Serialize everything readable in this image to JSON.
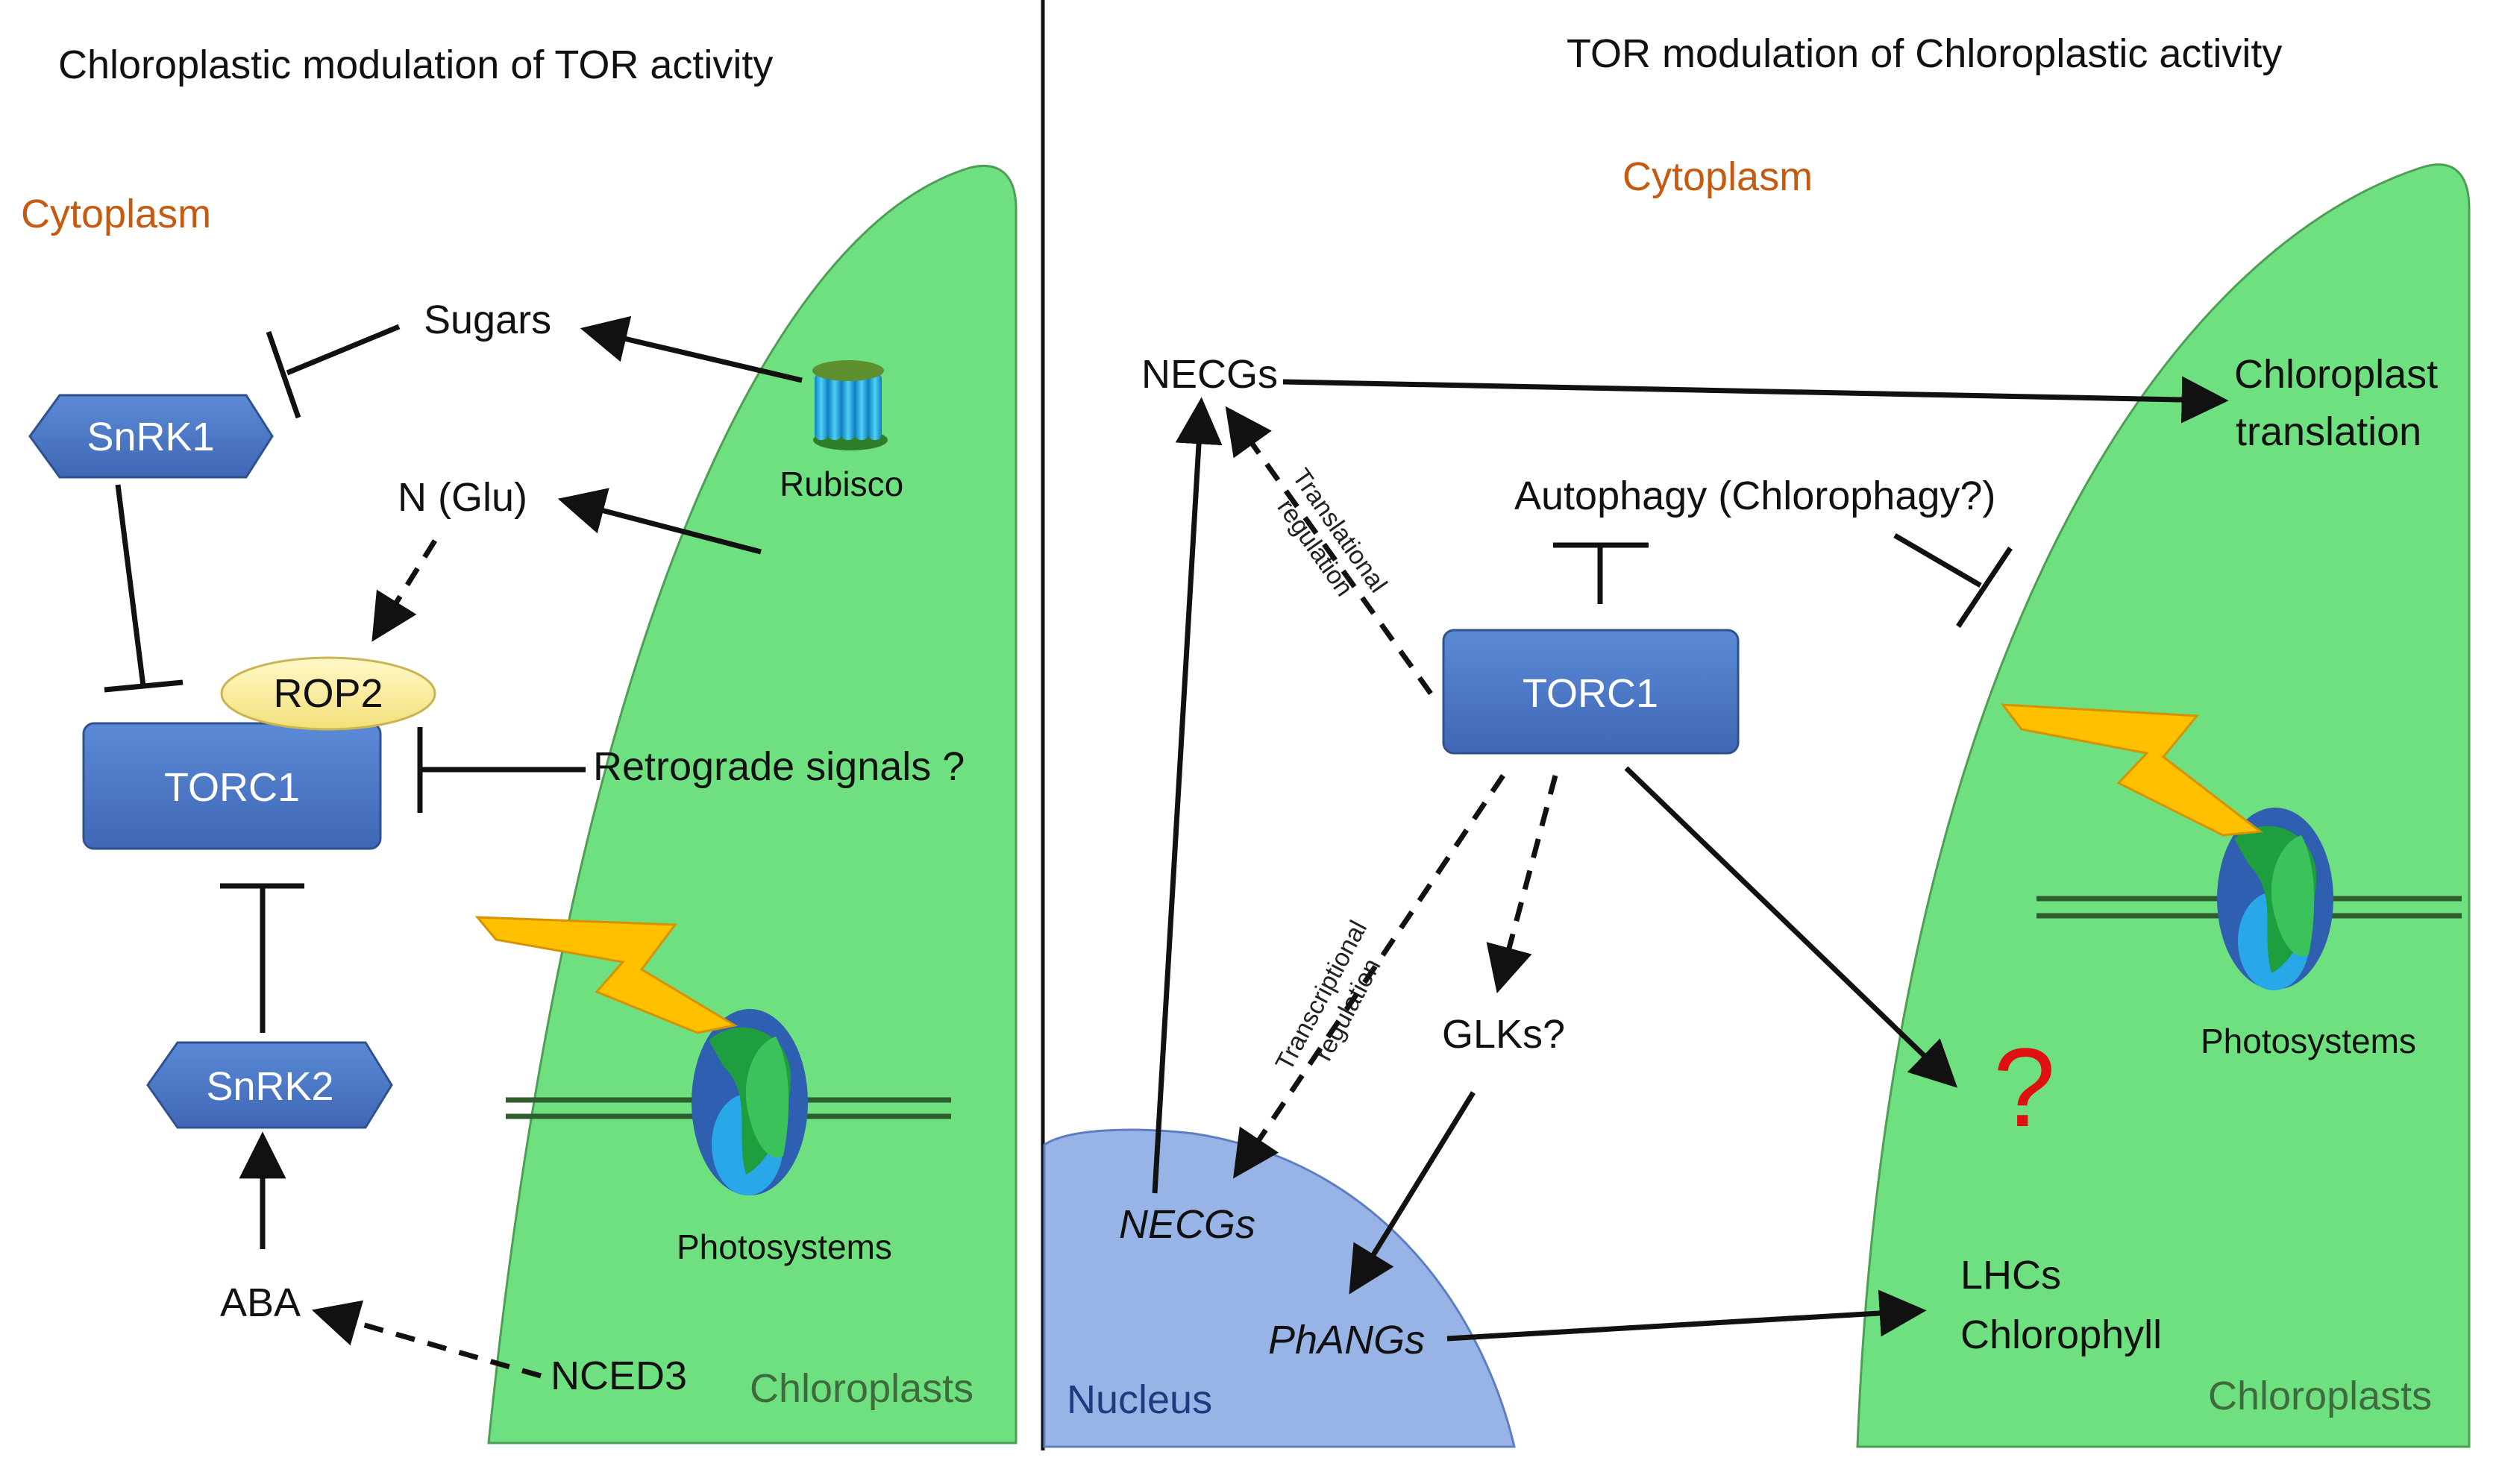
{
  "left_panel": {
    "title": "Chloroplastic modulation of TOR activity",
    "cytoplasm_label": "Cytoplasm",
    "chloroplasts_label": "Chloroplasts",
    "nodes": {
      "sugars": "Sugars",
      "n_glu": "N (Glu)",
      "snrk1": "SnRK1",
      "rop2": "ROP2",
      "torc1": "TORC1",
      "retrograde": "Retrograde signals ?",
      "snrk2": "SnRK2",
      "aba": "ABA",
      "nced3": "NCED3",
      "rubisco": "Rubisco",
      "photosystems": "Photosystems"
    }
  },
  "right_panel": {
    "title": "TOR modulation of Chloroplastic activity",
    "cytoplasm_label": "Cytoplasm",
    "chloroplasts_label": "Chloroplasts",
    "nucleus_label": "Nucleus",
    "nodes": {
      "necgs_top": "NECGs",
      "chloroplast_translation_1": "Chloroplast",
      "chloroplast_translation_2": "translation",
      "autophagy": "Autophagy (Chlorophagy?)",
      "torc1": "TORC1",
      "translational_1": "Translational",
      "translational_2": "regulation",
      "transcriptional_1": "Transcriptional",
      "transcriptional_2": "regulation",
      "glks": "GLKs?",
      "necgs_nucleus": "NECGs",
      "phangs": "PhANGs",
      "lhcs": "LHCs",
      "chlorophyll": "Chlorophyll",
      "question": "?",
      "photosystems": "Photosystems"
    }
  },
  "colors": {
    "chloroplast_fill": "#6FE07F",
    "box_fill": "#4472C4",
    "rop2_fill": "#FBF0A6",
    "nucleus_fill": "#98B4E6",
    "cytoplasm_text": "#C55A11",
    "chloroplast_text": "#3D6B3D",
    "nucleus_text": "#1F3B80",
    "question_color": "#E01010",
    "lightning": "#FFC000"
  }
}
